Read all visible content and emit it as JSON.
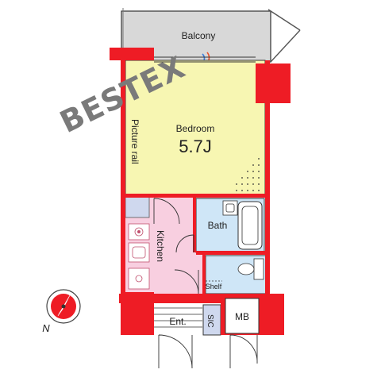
{
  "watermark": "BESTEX",
  "rooms": {
    "balcony": "Balcony",
    "bedroom": "Bedroom",
    "bedroom_size": "5.7J",
    "picture_rail": "Picture rail",
    "kitchen": "Kitchen",
    "bath": "Bath",
    "shelf": "Shelf",
    "entrance": "Ent.",
    "sic": "SIC",
    "mb": "MB"
  },
  "compass": {
    "label": "N"
  },
  "colors": {
    "wall": "#ee1c25",
    "balcony": "#d8d8d8",
    "bedroom": "#f7f6b2",
    "kitchen": "#f8cfe0",
    "bath": "#cfe6f7",
    "closet": "#cfd8ee",
    "entrance": "#ffffff",
    "outline": "#333333"
  },
  "icons": {
    "compass": "compass-icon",
    "stove": "stove-icon",
    "sink": "sink-icon",
    "bathtub": "bathtub-icon",
    "toilet": "toilet-icon",
    "washbasin": "washbasin-icon"
  }
}
